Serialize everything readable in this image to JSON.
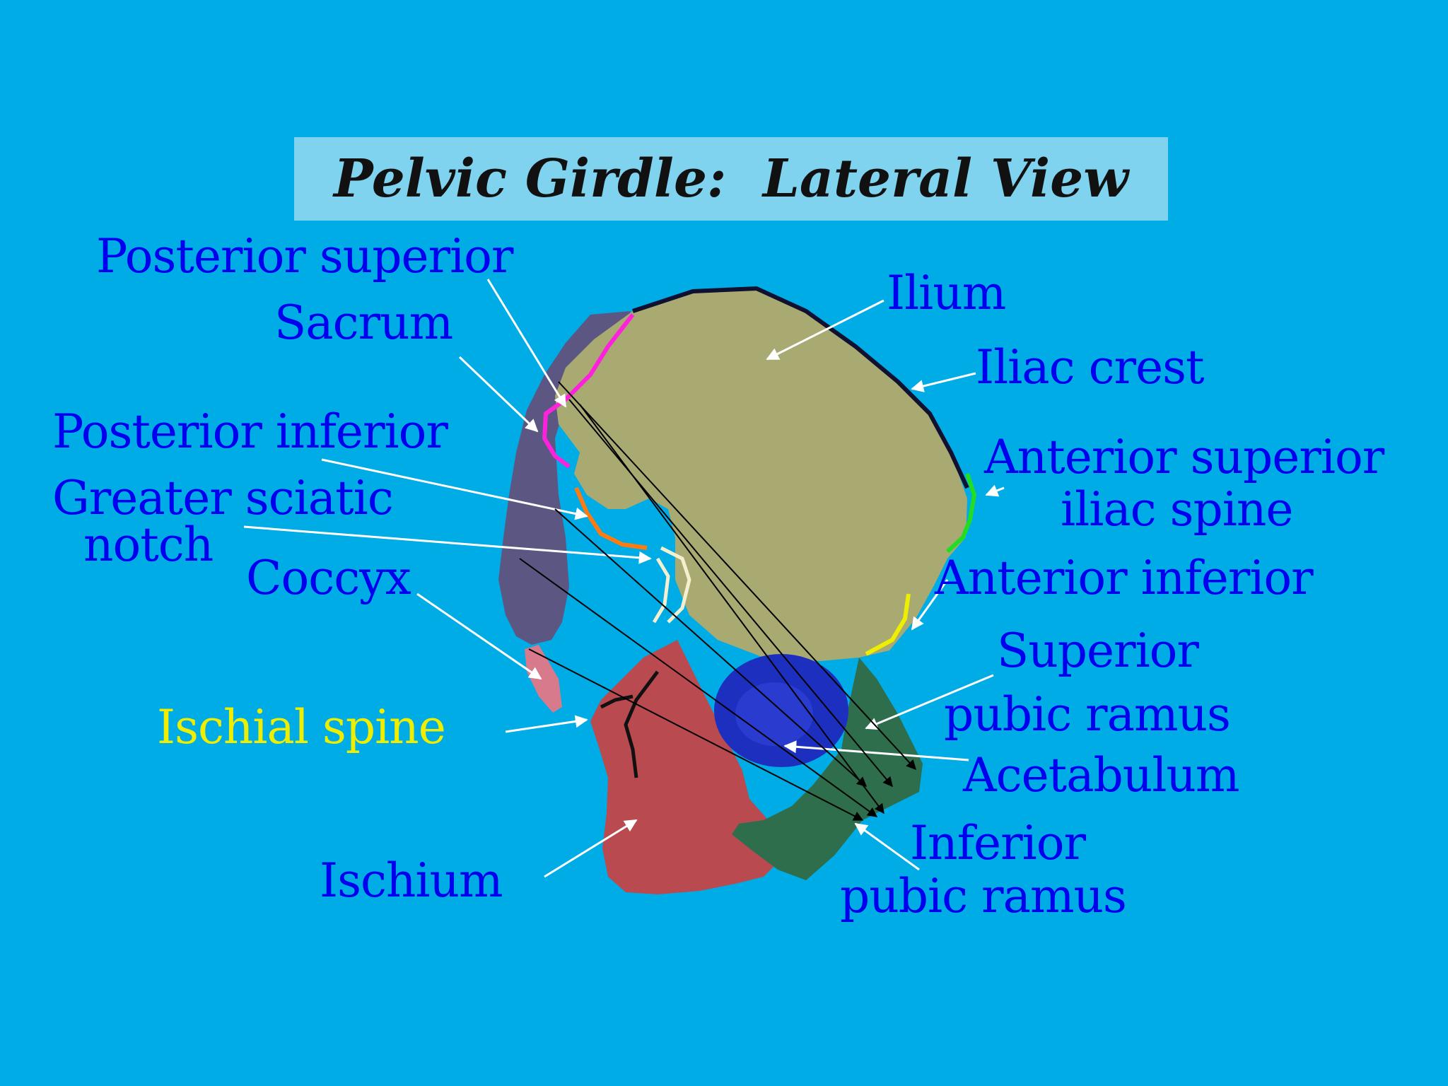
{
  "title": "Pelvic Girdle:  Lateral View",
  "colors": {
    "background": "#00ace6",
    "title_box": "#7fd3ef",
    "label_text": "#0000ee",
    "highlight_label": "#eeee00",
    "ilium": "#a9aa72",
    "sacrum_coccyx": "#5c5782",
    "ischium": "#b94a50",
    "pubis": "#2e6e4c",
    "acetabulum": "#1d2fbf",
    "coccyx_tip": "#d67a8c"
  },
  "labels": {
    "posterior_superior": "Posterior superior",
    "sacrum": "Sacrum",
    "posterior_inferior": "Posterior inferior",
    "greater_sciatic_1": "Greater sciatic",
    "greater_sciatic_2": "notch",
    "coccyx": "Coccyx",
    "ischial_spine": "Ischial spine",
    "ischium": "Ischium",
    "ilium": "Ilium",
    "iliac_crest": "Iliac crest",
    "anterior_superior_1": "Anterior superior",
    "anterior_superior_2": "iliac spine",
    "anterior_inferior": "Anterior inferior",
    "superior_pubic_1": "Superior",
    "superior_pubic_2": "pubic ramus",
    "acetabulum": "Acetabulum",
    "inferior_pubic_1": "Inferior",
    "inferior_pubic_2": "pubic ramus"
  }
}
